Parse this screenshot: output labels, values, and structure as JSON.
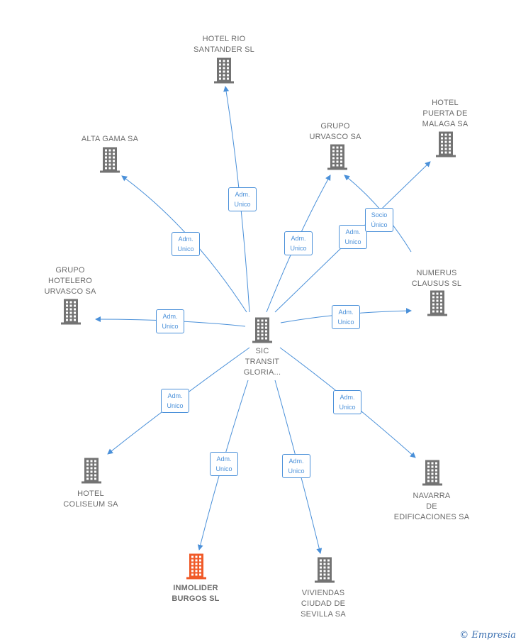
{
  "colors": {
    "edge": "#4a90d9",
    "building": "#737373",
    "focus_building": "#f05a28",
    "label": "#6b6b6b"
  },
  "nodes": {
    "center": {
      "label": "SIC\nTRANSIT\nGLORIA..."
    },
    "hotel_rio": {
      "label": "HOTEL RIO\nSANTANDER SL"
    },
    "alta_gama": {
      "label": "ALTA GAMA SA"
    },
    "grupo_urvasco": {
      "label": "GRUPO\nURVASCO SA"
    },
    "hotel_puerta": {
      "label": "HOTEL\nPUERTA DE\nMALAGA SA"
    },
    "numerus": {
      "label": "NUMERUS\nCLAUSUS SL"
    },
    "grupo_hotelero": {
      "label": "GRUPO\nHOTELERO\nURVASCO SA"
    },
    "hotel_coliseum": {
      "label": "HOTEL\nCOLISEUM SA"
    },
    "inmolider": {
      "label": "INMOLIDER\nBURGOS SL"
    },
    "viviendas": {
      "label": "VIVIENDAS\nCIUDAD DE\nSEVILLA SA"
    },
    "navarra": {
      "label": "NAVARRA\nDE\nEDIFICACIONES SA"
    }
  },
  "edges": [
    {
      "label": "Adm.\nUnico"
    },
    {
      "label": "Adm.\nUnico"
    },
    {
      "label": "Adm.\nUnico"
    },
    {
      "label": "Adm.\nUnico"
    },
    {
      "label": "Adm.\nUnico"
    },
    {
      "label": "Socio\nÚnico"
    },
    {
      "label": "Adm.\nUnico"
    },
    {
      "label": "Adm.\nUnico"
    },
    {
      "label": "Adm.\nUnico"
    },
    {
      "label": "Adm.\nUnico"
    },
    {
      "label": "Adm.\nUnico"
    }
  ],
  "footer": {
    "copyright": "©",
    "brand": "Empresia"
  }
}
